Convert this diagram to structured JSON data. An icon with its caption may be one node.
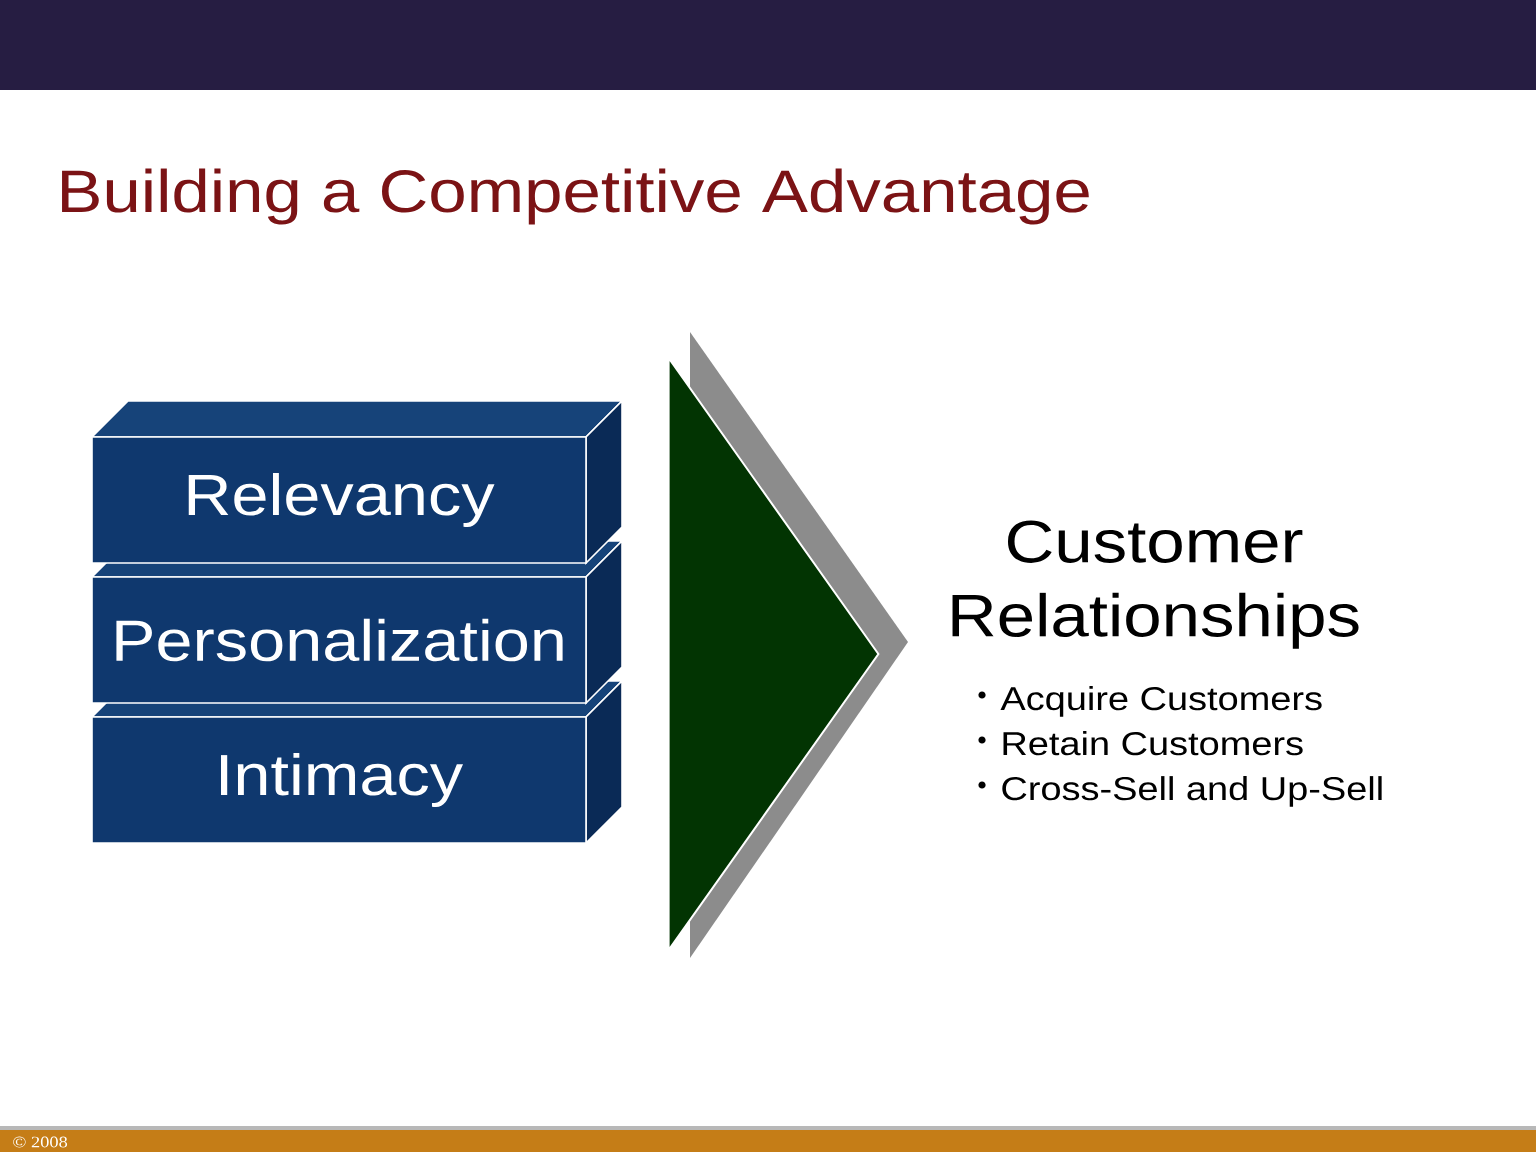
{
  "diagram": {
    "title": "Building a Competitive Advantage",
    "nodes": [
      {
        "text": [
          "Relevancy"
        ]
      },
      {
        "text": [
          "Personalization"
        ]
      },
      {
        "text": [
          "Intimacy"
        ]
      },
      {
        "text": [
          "Customer Relationships",
          "Acquire Customers",
          "Retain Customers",
          "Cross-Sell and Up-Sell"
        ]
      }
    ],
    "edges": [
      {
        "from": 0,
        "to": 3,
        "arrow": "to"
      },
      {
        "from": 1,
        "to": 3,
        "arrow": "to"
      },
      {
        "from": 2,
        "to": 3,
        "arrow": "to"
      }
    ],
    "labels": [
      "© 2008"
    ]
  }
}
